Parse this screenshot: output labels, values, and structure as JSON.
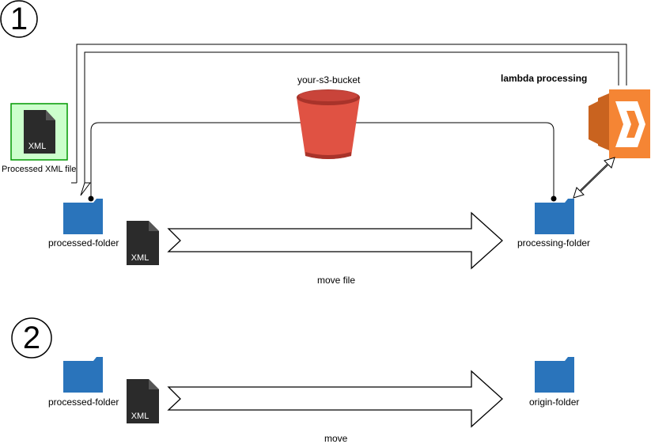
{
  "steps": [
    {
      "number": "1",
      "bucket_label": "your-s3-bucket",
      "lambda_label": "lambda processing",
      "processed_file_label": "Processed XML file",
      "left_folder_label": "processed-folder",
      "right_folder_label": "processing-folder",
      "file_badge": "XML",
      "arrow_label": "move file"
    },
    {
      "number": "2",
      "left_folder_label": "processed-folder",
      "right_folder_label": "origin-folder",
      "file_badge": "XML",
      "arrow_label": "move"
    }
  ],
  "colors": {
    "folder": "#2a74bb",
    "folder_tab": "#1e5c99",
    "bucket_red": "#e05243",
    "bucket_dark": "#a8332a",
    "lambda_orange": "#f58534",
    "lambda_dark": "#c9631f",
    "file_dark": "#2b2b2b",
    "highlight_green": "#ccffcc",
    "highlight_border": "#009900"
  },
  "icons": [
    "folder-icon",
    "xml-file-icon",
    "s3-bucket-icon",
    "lambda-icon"
  ]
}
